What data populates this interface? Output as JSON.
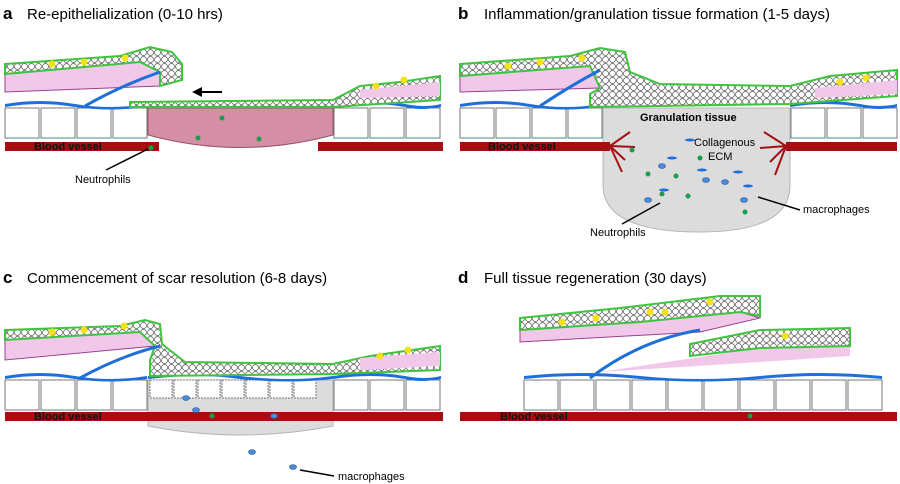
{
  "panels": {
    "a": {
      "letter": "a",
      "title": "Re-epithelialization (0-10 hrs)"
    },
    "b": {
      "letter": "b",
      "title": "Inflammation/granulation tissue formation (1-5 days)"
    },
    "c": {
      "letter": "c",
      "title": "Commencement of scar resolution (6-8 days)"
    },
    "d": {
      "letter": "d",
      "title": "Full tissue regeneration (30 days)"
    }
  },
  "labels": {
    "blood_vessel": "Blood vessel",
    "neutrophils": "Neutrophils",
    "granulation_tissue": "Granulation tissue",
    "collagenous_line1": "Collagenous",
    "collagenous_line2": "ECM",
    "macrophages": "macrophages"
  },
  "colors": {
    "epidermis_green": "#3fc43f",
    "dermis_pink": "#f2c8ea",
    "dermis_stroke": "#9a3f8f",
    "collagen_blue": "#1e6fd9",
    "wound_pink": "#d48ea6",
    "granulation_grey": "#dcdcdc",
    "blood_red": "#a50f12",
    "neutrophil_green": "#1a9e4a",
    "marker_yellow": "#f5e11a"
  }
}
